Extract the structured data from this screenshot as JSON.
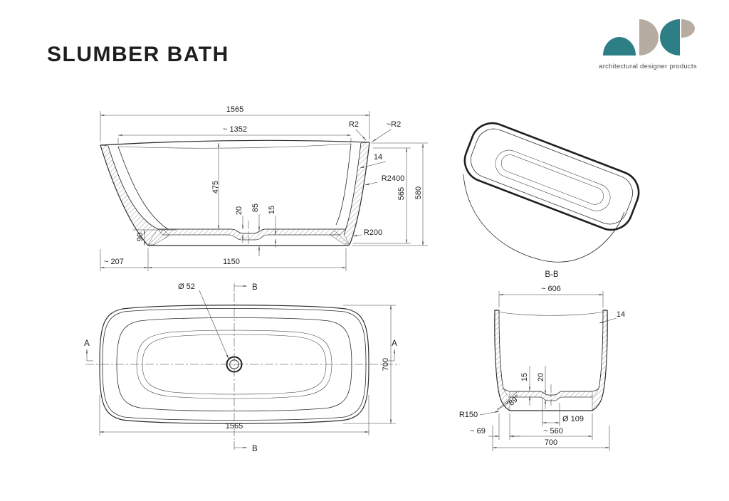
{
  "page": {
    "title": "SLUMBER BATH"
  },
  "logo": {
    "tagline": "architectural designer products",
    "teal": "#2e7e85",
    "beige": "#b6aca2"
  },
  "side": {
    "len_overall": "1565",
    "len_inner": "~ 1352",
    "r_rim": "R2",
    "r_rim_approx": "~R2",
    "wall_thk": "14",
    "r_bowl": "R2400",
    "depth": "475",
    "step_20": "20",
    "step_85": "85",
    "step_15": "15",
    "base_h": "90",
    "base_inset": "~ 207",
    "base_len": "1150",
    "h_inner": "565",
    "h_overall": "580",
    "r_corner": "R200"
  },
  "iso": {
    "label": "B-B"
  },
  "plan": {
    "drain_dia": "Ø 52",
    "sec_b": "B",
    "sec_a": "A",
    "width": "700",
    "length": "1565"
  },
  "section": {
    "top_width": "~ 606",
    "wall_thk": "14",
    "floor_15": "15",
    "floor_20": "20",
    "wall_angle": "89°",
    "r_corner": "R150",
    "recess_dia": "Ø 109",
    "base_off": "~ 69",
    "base_w": "~ 560",
    "width": "700"
  }
}
